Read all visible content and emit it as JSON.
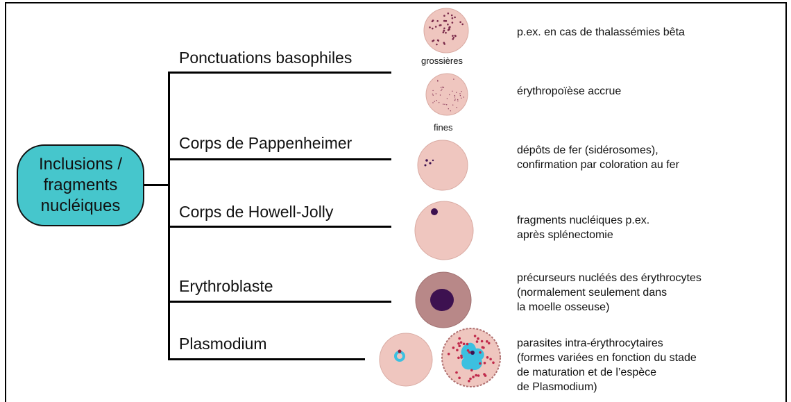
{
  "root": {
    "label": "Inclusions /\nfragments\nnucléiques"
  },
  "categories": [
    {
      "label": "Ponctuations basophiles"
    },
    {
      "label": "Corps de Pappenheimer"
    },
    {
      "label": "Corps de Howell-Jolly"
    },
    {
      "label": "Erythroblaste"
    },
    {
      "label": "Plasmodium"
    }
  ],
  "sublabels": {
    "coarse": "grossières",
    "fine": "fines"
  },
  "descriptions": [
    "p.ex. en cas de thalassémies bêta",
    "érythropoïèse accrue",
    "dépôts de fer (sidérosomes),\nconfirmation par coloration au fer",
    "fragments nucléiques p.ex.\naprès splénectomie",
    "précurseurs nucléés des érythrocytes\n(normalement seulement dans\nla moelle osseuse)",
    "parasites intra-érythrocytaires\n(formes variées en fonction du stade\nde maturation et de l’espèce\nde Plasmodium)"
  ],
  "colors": {
    "root_fill": "#46c6cc",
    "cell_fill": "#efc6bf",
    "erythroblast_fill": "#b88888",
    "nucleus": "#3d1150",
    "dots": "#7a2a4a",
    "parasite": "#3cc0e0"
  },
  "icons": [
    "rbc-coarse-stippling-icon",
    "rbc-fine-stippling-icon",
    "rbc-pappenheimer-icon",
    "rbc-howell-jolly-icon",
    "erythroblast-icon",
    "plasmodium-ring-icon",
    "plasmodium-schizont-icon"
  ]
}
